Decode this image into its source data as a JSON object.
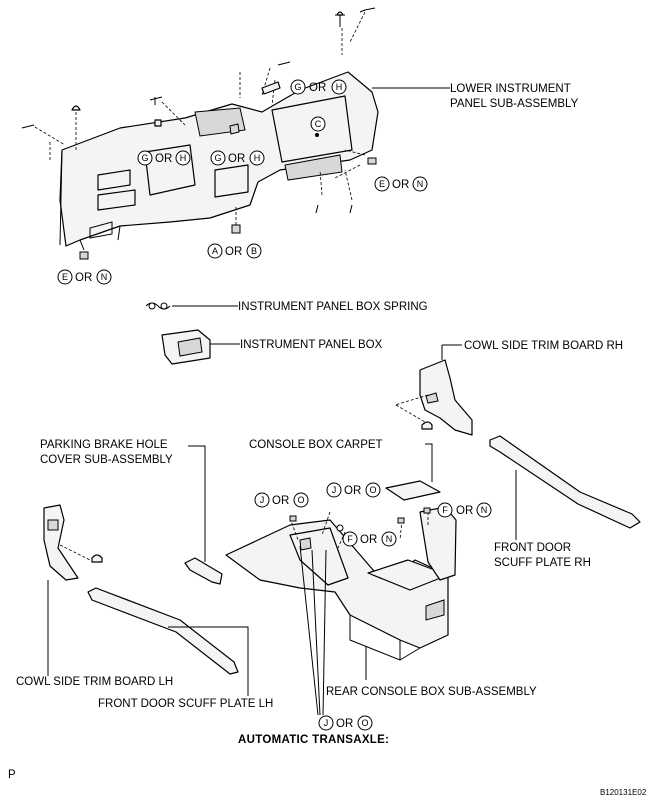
{
  "labels": {
    "lower_panel_1": "LOWER INSTRUMENT",
    "lower_panel_2": "PANEL SUB-ASSEMBLY",
    "spring": "INSTRUMENT PANEL BOX SPRING",
    "box": "INSTRUMENT PANEL BOX",
    "cowl_rh": "COWL SIDE TRIM BOARD RH",
    "parking_1": "PARKING BRAKE HOLE",
    "parking_2": "COVER SUB-ASSEMBLY",
    "carpet": "CONSOLE BOX CARPET",
    "scuff_rh_1": "FRONT DOOR",
    "scuff_rh_2": "SCUFF PLATE RH",
    "cowl_lh": "COWL SIDE TRIM BOARD LH",
    "scuff_lh": "FRONT DOOR SCUFF PLATE LH",
    "rear_console": "REAR CONSOLE BOX SUB-ASSEMBLY",
    "auto_transaxle": "AUTOMATIC TRANSAXLE:",
    "corner_p": "P",
    "code": "B120131E02"
  },
  "callouts": {
    "or": "OR",
    "g": "G",
    "h": "H",
    "c": "C",
    "e": "E",
    "n": "N",
    "a": "A",
    "b": "B",
    "j": "J",
    "o": "O",
    "f": "F"
  }
}
